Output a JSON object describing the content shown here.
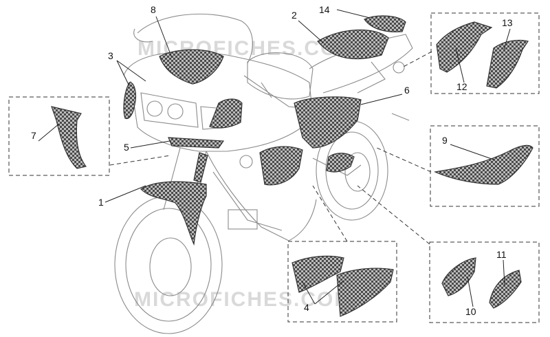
{
  "diagram": {
    "watermark": "MICROFICHES.COM",
    "callouts": [
      "1",
      "2",
      "3",
      "4",
      "5",
      "6",
      "7",
      "8",
      "9",
      "10",
      "11",
      "12",
      "13",
      "14"
    ],
    "colors": {
      "outline": "#8a8a8a",
      "part_fill": "checkerboard",
      "lead": "#222222",
      "box": "#333333"
    }
  }
}
